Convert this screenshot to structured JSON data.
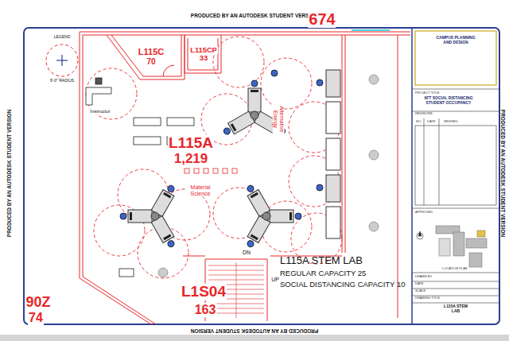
{
  "diagram": {
    "nodes": [
      {
        "text": [
          "L115C",
          "70"
        ]
      },
      {
        "text": [
          "L115CP",
          "33"
        ]
      },
      {
        "text": [
          "CAMPUS PLANNING AND DESIGN",
          "PROJECT TITLE",
          "6FT SOCIAL DISTANCING STUDENT OCCUPANCY",
          "REVISIONS",
          "NO.",
          "DATE",
          "REVISED",
          "APPROVED",
          "LOCATION PLAN",
          "DRAWN BY",
          "DATE",
          "SCALE",
          "DRAWING TITLE",
          "L115A STEM LAB"
        ]
      }
    ],
    "labels": [
      "PRODUCED BY AN AUTODESK STUDENT VERSION",
      "PRODUCED BY AN AUTODESK STUDENT VERSION",
      "PRODUCED BY AN AUTODESK STUDENT VERSION",
      "PRODUCED BY AN AUTODESK STUDENT VERSION",
      "LEGEND",
      "674",
      "Instructor",
      "Alternative Energy",
      "Material Science",
      "L115A",
      "1,219",
      "DN",
      "UP",
      "90Z",
      "74",
      "L1S04",
      "163",
      "L115A STEM LAB",
      "REGULAR CAPACITY 25",
      "SOCIAL DISTANCING CAPACITY 10"
    ],
    "legend": [
      {
        "text": "6'-0\" RADIUS"
      }
    ]
  }
}
